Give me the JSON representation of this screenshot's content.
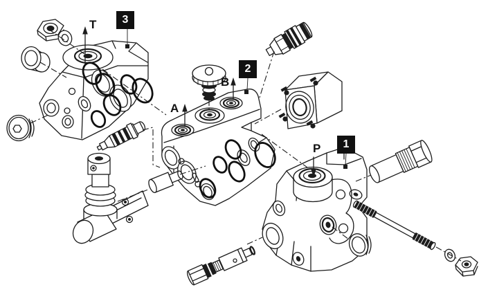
{
  "diagram": {
    "kind": "exploded-parts-diagram",
    "background_color": "#ffffff",
    "line_color": "#1c1c1c",
    "callout_bg_color": "#111111",
    "callout_text_color": "#ffffff"
  },
  "port_labels": {
    "t": "T",
    "a": "A",
    "b": "B",
    "p": "P"
  },
  "callouts": [
    {
      "label": "3"
    },
    {
      "label": "2"
    },
    {
      "label": "1"
    }
  ]
}
